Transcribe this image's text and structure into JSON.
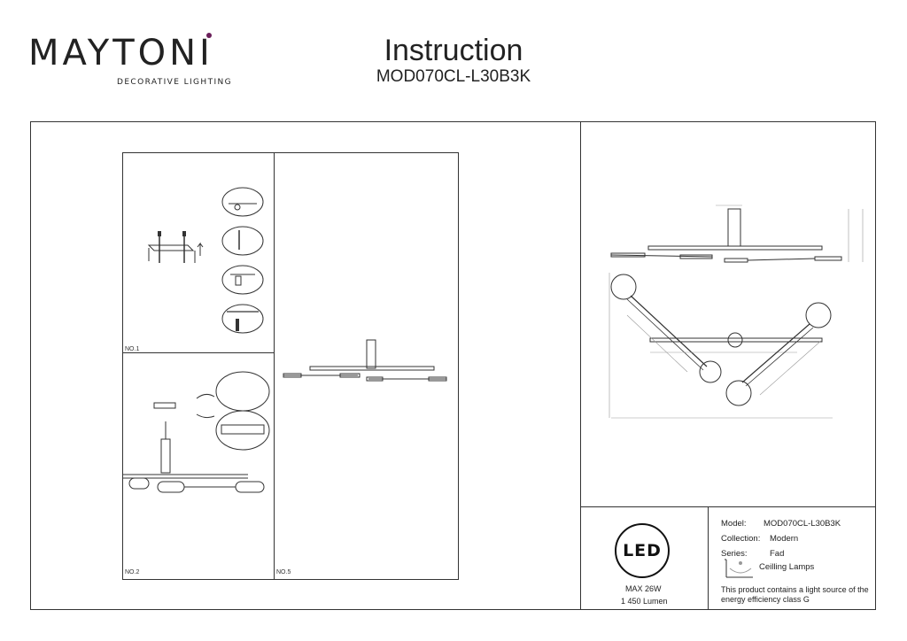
{
  "brand": {
    "name": "MAYTONI",
    "tagline": "DECORATIVE LIGHTING"
  },
  "header": {
    "title": "Instruction",
    "model": "MOD070CL-L30B3K"
  },
  "steps": [
    {
      "label": "NO.1"
    },
    {
      "label": "NO.2"
    },
    {
      "label": "NO.5"
    }
  ],
  "info": {
    "led_badge": "LED",
    "max_power": "MAX 26W",
    "lumen": "1 450 Lumen",
    "fields": [
      {
        "key": "Model:",
        "value": "MOD070CL-L30B3K"
      },
      {
        "key": "Collection:",
        "value": "Modern"
      },
      {
        "key": "Series:",
        "value": "Fad"
      }
    ],
    "type": "Ceilling Lamps",
    "energy_note": "This product contains a light source of the energy efficiency class G"
  }
}
